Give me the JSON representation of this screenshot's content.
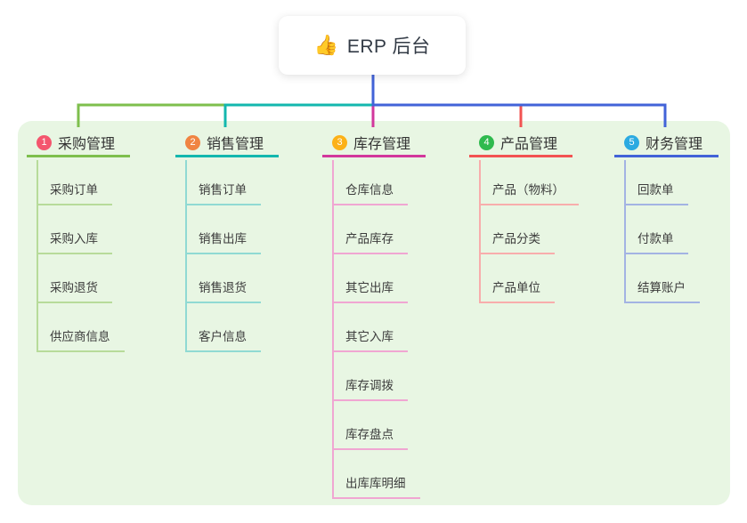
{
  "root": {
    "emoji": "👍",
    "title": "ERP 后台"
  },
  "canvas": {
    "background": "#e8f6e3",
    "root_line_color": "#4263d8"
  },
  "branches": [
    {
      "number": "1",
      "label": "采购管理",
      "colors": {
        "main": "#7ebf4d",
        "light": "#b7db9a",
        "badge": "#f4566e"
      },
      "items": [
        "采购订单",
        "采购入库",
        "采购退货",
        "供应商信息"
      ]
    },
    {
      "number": "2",
      "label": "销售管理",
      "colors": {
        "main": "#13b7ae",
        "light": "#90dad3",
        "badge": "#f08442"
      },
      "items": [
        "销售订单",
        "销售出库",
        "销售退货",
        "客户信息"
      ]
    },
    {
      "number": "3",
      "label": "库存管理",
      "colors": {
        "main": "#d2379c",
        "light": "#f0a6d2",
        "badge": "#fcb117"
      },
      "items": [
        "仓库信息",
        "产品库存",
        "其它出库",
        "其它入库",
        "库存调拨",
        "库存盘点",
        "出库库明细"
      ]
    },
    {
      "number": "4",
      "label": "产品管理",
      "colors": {
        "main": "#f25352",
        "light": "#f8adac",
        "badge": "#2fba4e"
      },
      "items": [
        "产品（物料）",
        "产品分类",
        "产品单位"
      ]
    },
    {
      "number": "5",
      "label": "财务管理",
      "colors": {
        "main": "#4263d8",
        "light": "#a3b3e3",
        "badge": "#2baae1"
      },
      "items": [
        "回款单",
        "付款单",
        "结算账户"
      ]
    }
  ]
}
